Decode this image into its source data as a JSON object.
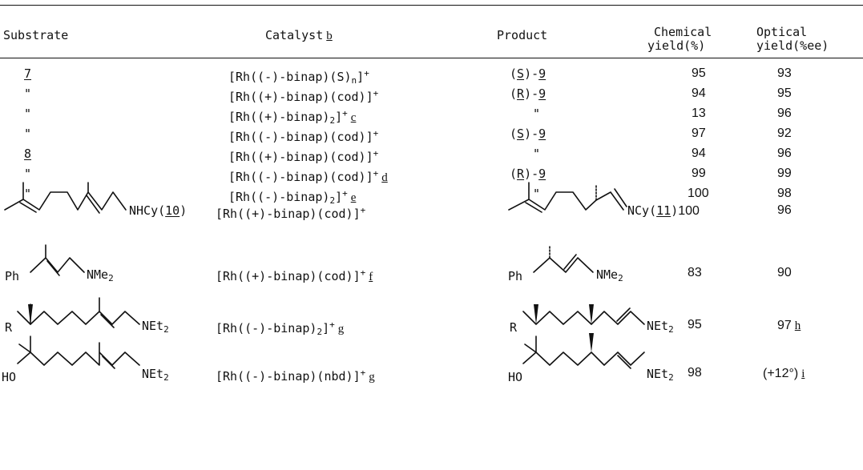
{
  "headers": {
    "substrate": "Substrate",
    "catalyst": "Catalyst",
    "catalyst_fn": "b",
    "product": "Product",
    "chem1": "Chemical",
    "chem2": "yield(%)",
    "opt1": "Optical",
    "opt2": "yield(%ee)"
  },
  "rows": [
    {
      "substrate": "7",
      "catalyst_pre": "[Rh((-)-binap)(S)",
      "catalyst_sub": "n",
      "catalyst_post": "]",
      "catalyst_sup": "+",
      "catalyst_fn": "",
      "product_cfg": "S",
      "product_num": "9",
      "chem": "95",
      "opt": "93"
    },
    {
      "substrate": "\"",
      "catalyst_pre": "[Rh((+)-binap)(cod)]",
      "catalyst_sub": "",
      "catalyst_post": "",
      "catalyst_sup": "+",
      "catalyst_fn": "",
      "product_cfg": "R",
      "product_num": "9",
      "chem": "94",
      "opt": "95"
    },
    {
      "substrate": "\"",
      "catalyst_pre": "[Rh((+)-binap)",
      "catalyst_sub": "2",
      "catalyst_post": "]",
      "catalyst_sup": "+",
      "catalyst_fn": "c",
      "product_text": "\"",
      "chem": "13",
      "opt": "96"
    },
    {
      "substrate": "\"",
      "catalyst_pre": "[Rh((-)-binap)(cod)]",
      "catalyst_sub": "",
      "catalyst_post": "",
      "catalyst_sup": "+",
      "catalyst_fn": "",
      "product_cfg": "S",
      "product_num": "9",
      "chem": "97",
      "opt": "92"
    },
    {
      "substrate": "8",
      "catalyst_pre": "[Rh((+)-binap)(cod)]",
      "catalyst_sub": "",
      "catalyst_post": "",
      "catalyst_sup": "+",
      "catalyst_fn": "",
      "product_text": "\"",
      "chem": "94",
      "opt": "96"
    },
    {
      "substrate": "\"",
      "catalyst_pre": "[Rh((-)-binap)(cod)]",
      "catalyst_sub": "",
      "catalyst_post": "",
      "catalyst_sup": "+",
      "catalyst_fn": "d",
      "product_cfg": "R",
      "product_num": "9",
      "chem": "99",
      "opt": "99"
    },
    {
      "substrate": "\"",
      "catalyst_pre": "[Rh((-)-binap)",
      "catalyst_sub": "2",
      "catalyst_post": "]",
      "catalyst_sup": "+",
      "catalyst_fn": "e",
      "product_text": "\"",
      "chem": "100",
      "opt": "98"
    }
  ],
  "struct_rows": [
    {
      "sub_label": "NHCy(",
      "sub_num": "10",
      "sub_close": ")",
      "catalyst": "[Rh((+)-binap)(cod)]",
      "catalyst_sup": "+",
      "catalyst_fn": "",
      "prod_label": "NCy(",
      "prod_num": "11",
      "prod_close": ")",
      "chem": "100",
      "opt": "96"
    },
    {
      "sub_left": "Ph",
      "sub_right": "NMe",
      "sub_right_sub": "2",
      "catalyst": "[Rh((+)-binap)(cod)]",
      "catalyst_sup": "+",
      "catalyst_fn": "f",
      "prod_left": "Ph",
      "prod_right": "NMe",
      "prod_right_sub": "2",
      "chem": "83",
      "opt": "90"
    },
    {
      "sub_left": "R",
      "sub_right": "NEt",
      "sub_right_sub": "2",
      "catalyst": "[Rh((-)-binap)",
      "catalyst_sub": "2",
      "catalyst_post": "]",
      "catalyst_sup": "+",
      "catalyst_fn": "g",
      "prod_left": "R",
      "prod_right": "NEt",
      "prod_right_sub": "2",
      "chem": "95",
      "opt": "97",
      "opt_fn": "h"
    },
    {
      "sub_left": "HO",
      "sub_right": "NEt",
      "sub_right_sub": "2",
      "catalyst": "[Rh((-)-binap)(nbd)]",
      "catalyst_sup": "+",
      "catalyst_fn": "g",
      "prod_left": "HO",
      "prod_right": "NEt",
      "prod_right_sub": "2",
      "chem": "98",
      "opt": "(+12°)",
      "opt_fn": "i"
    }
  ]
}
